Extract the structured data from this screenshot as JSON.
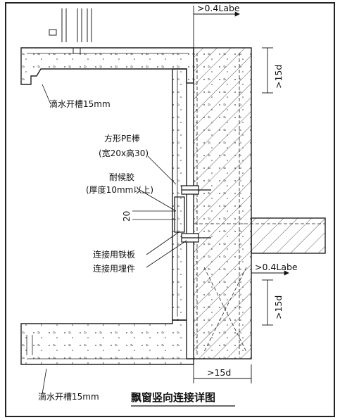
{
  "title": "飘窗竖向连接详图",
  "labels": {
    "drip_top": "滴水开槽15mm",
    "drip_bottom": "滴水开槽15mm",
    "pe_rod": "方形PE棒",
    "pe_size": "(宽20x高30)",
    "sealant": "耐候胶",
    "sealant_thk": "(厚度10mm以上)",
    "plate": "连接用铁板",
    "embed": "连接用埋件",
    "gap": "20"
  },
  "dimensions": {
    "top_width": ">0.4Labe",
    "top_height": ">15d",
    "mid_width": ">0.4Labe",
    "mid_height": ">15d",
    "bottom_width": ">15d"
  }
}
